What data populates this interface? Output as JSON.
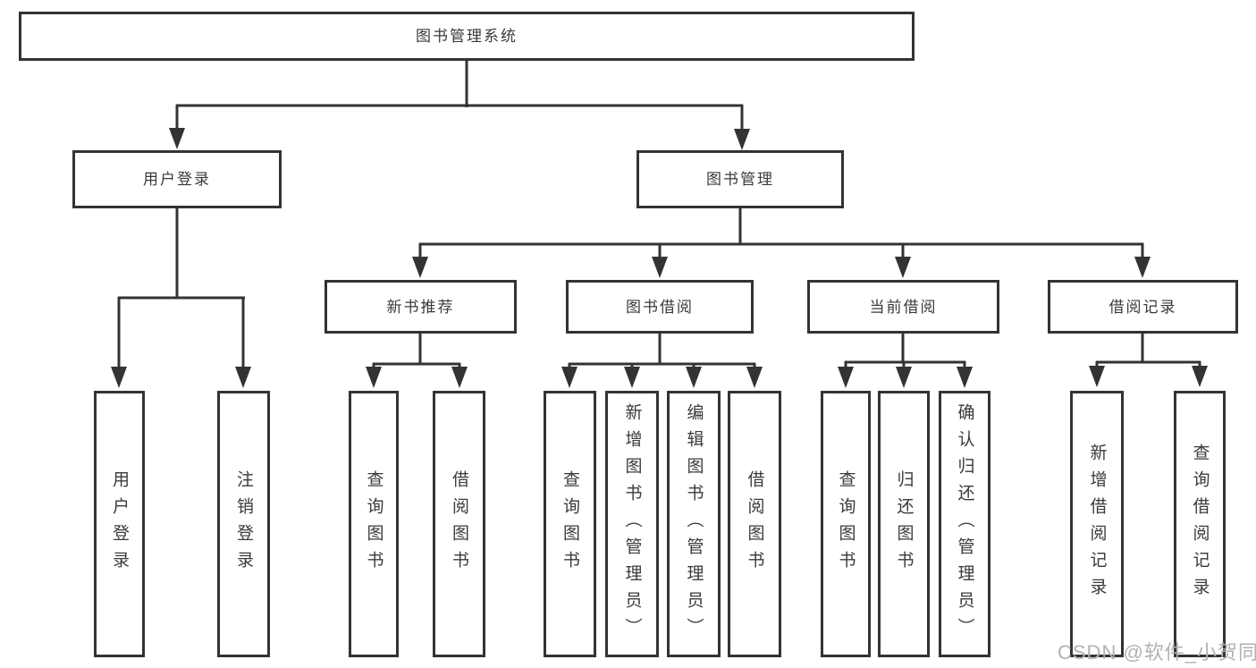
{
  "nodes": {
    "root": {
      "label": "图书管理系统"
    },
    "level2": [
      {
        "id": "user-login",
        "label": "用户登录"
      },
      {
        "id": "book-management",
        "label": "图书管理"
      }
    ],
    "level3": [
      {
        "id": "new-book-recommendation",
        "parent": "图书管理",
        "label": "新书推荐"
      },
      {
        "id": "book-borrowing",
        "parent": "图书管理",
        "label": "图书借阅"
      },
      {
        "id": "current-borrowing",
        "parent": "图书管理",
        "label": "当前借阅"
      },
      {
        "id": "borrowing-records",
        "parent": "图书管理",
        "label": "借阅记录"
      }
    ],
    "leaves": [
      {
        "parent": "用户登录",
        "label": "用户登录"
      },
      {
        "parent": "用户登录",
        "label": "注销登录"
      },
      {
        "parent": "新书推荐",
        "label": "查询图书"
      },
      {
        "parent": "新书推荐",
        "label": "借阅图书"
      },
      {
        "parent": "图书借阅",
        "label": "查询图书"
      },
      {
        "parent": "图书借阅",
        "label": "新增图书（管理员）"
      },
      {
        "parent": "图书借阅",
        "label": "编辑图书（管理员）"
      },
      {
        "parent": "图书借阅",
        "label": "借阅图书"
      },
      {
        "parent": "当前借阅",
        "label": "查询图书"
      },
      {
        "parent": "当前借阅",
        "label": "归还图书"
      },
      {
        "parent": "当前借阅",
        "label": "确认归还（管理员）"
      },
      {
        "parent": "借阅记录",
        "label": "新增借阅记录"
      },
      {
        "parent": "借阅记录",
        "label": "查询借阅记录"
      }
    ]
  },
  "watermark": {
    "text": "CSDN @软件_小贺同学",
    "color": "#b2b2b2"
  },
  "colors": {
    "line": "#333333",
    "box_border": "#333333",
    "text": "#3a3a3a",
    "background": "#ffffff"
  }
}
